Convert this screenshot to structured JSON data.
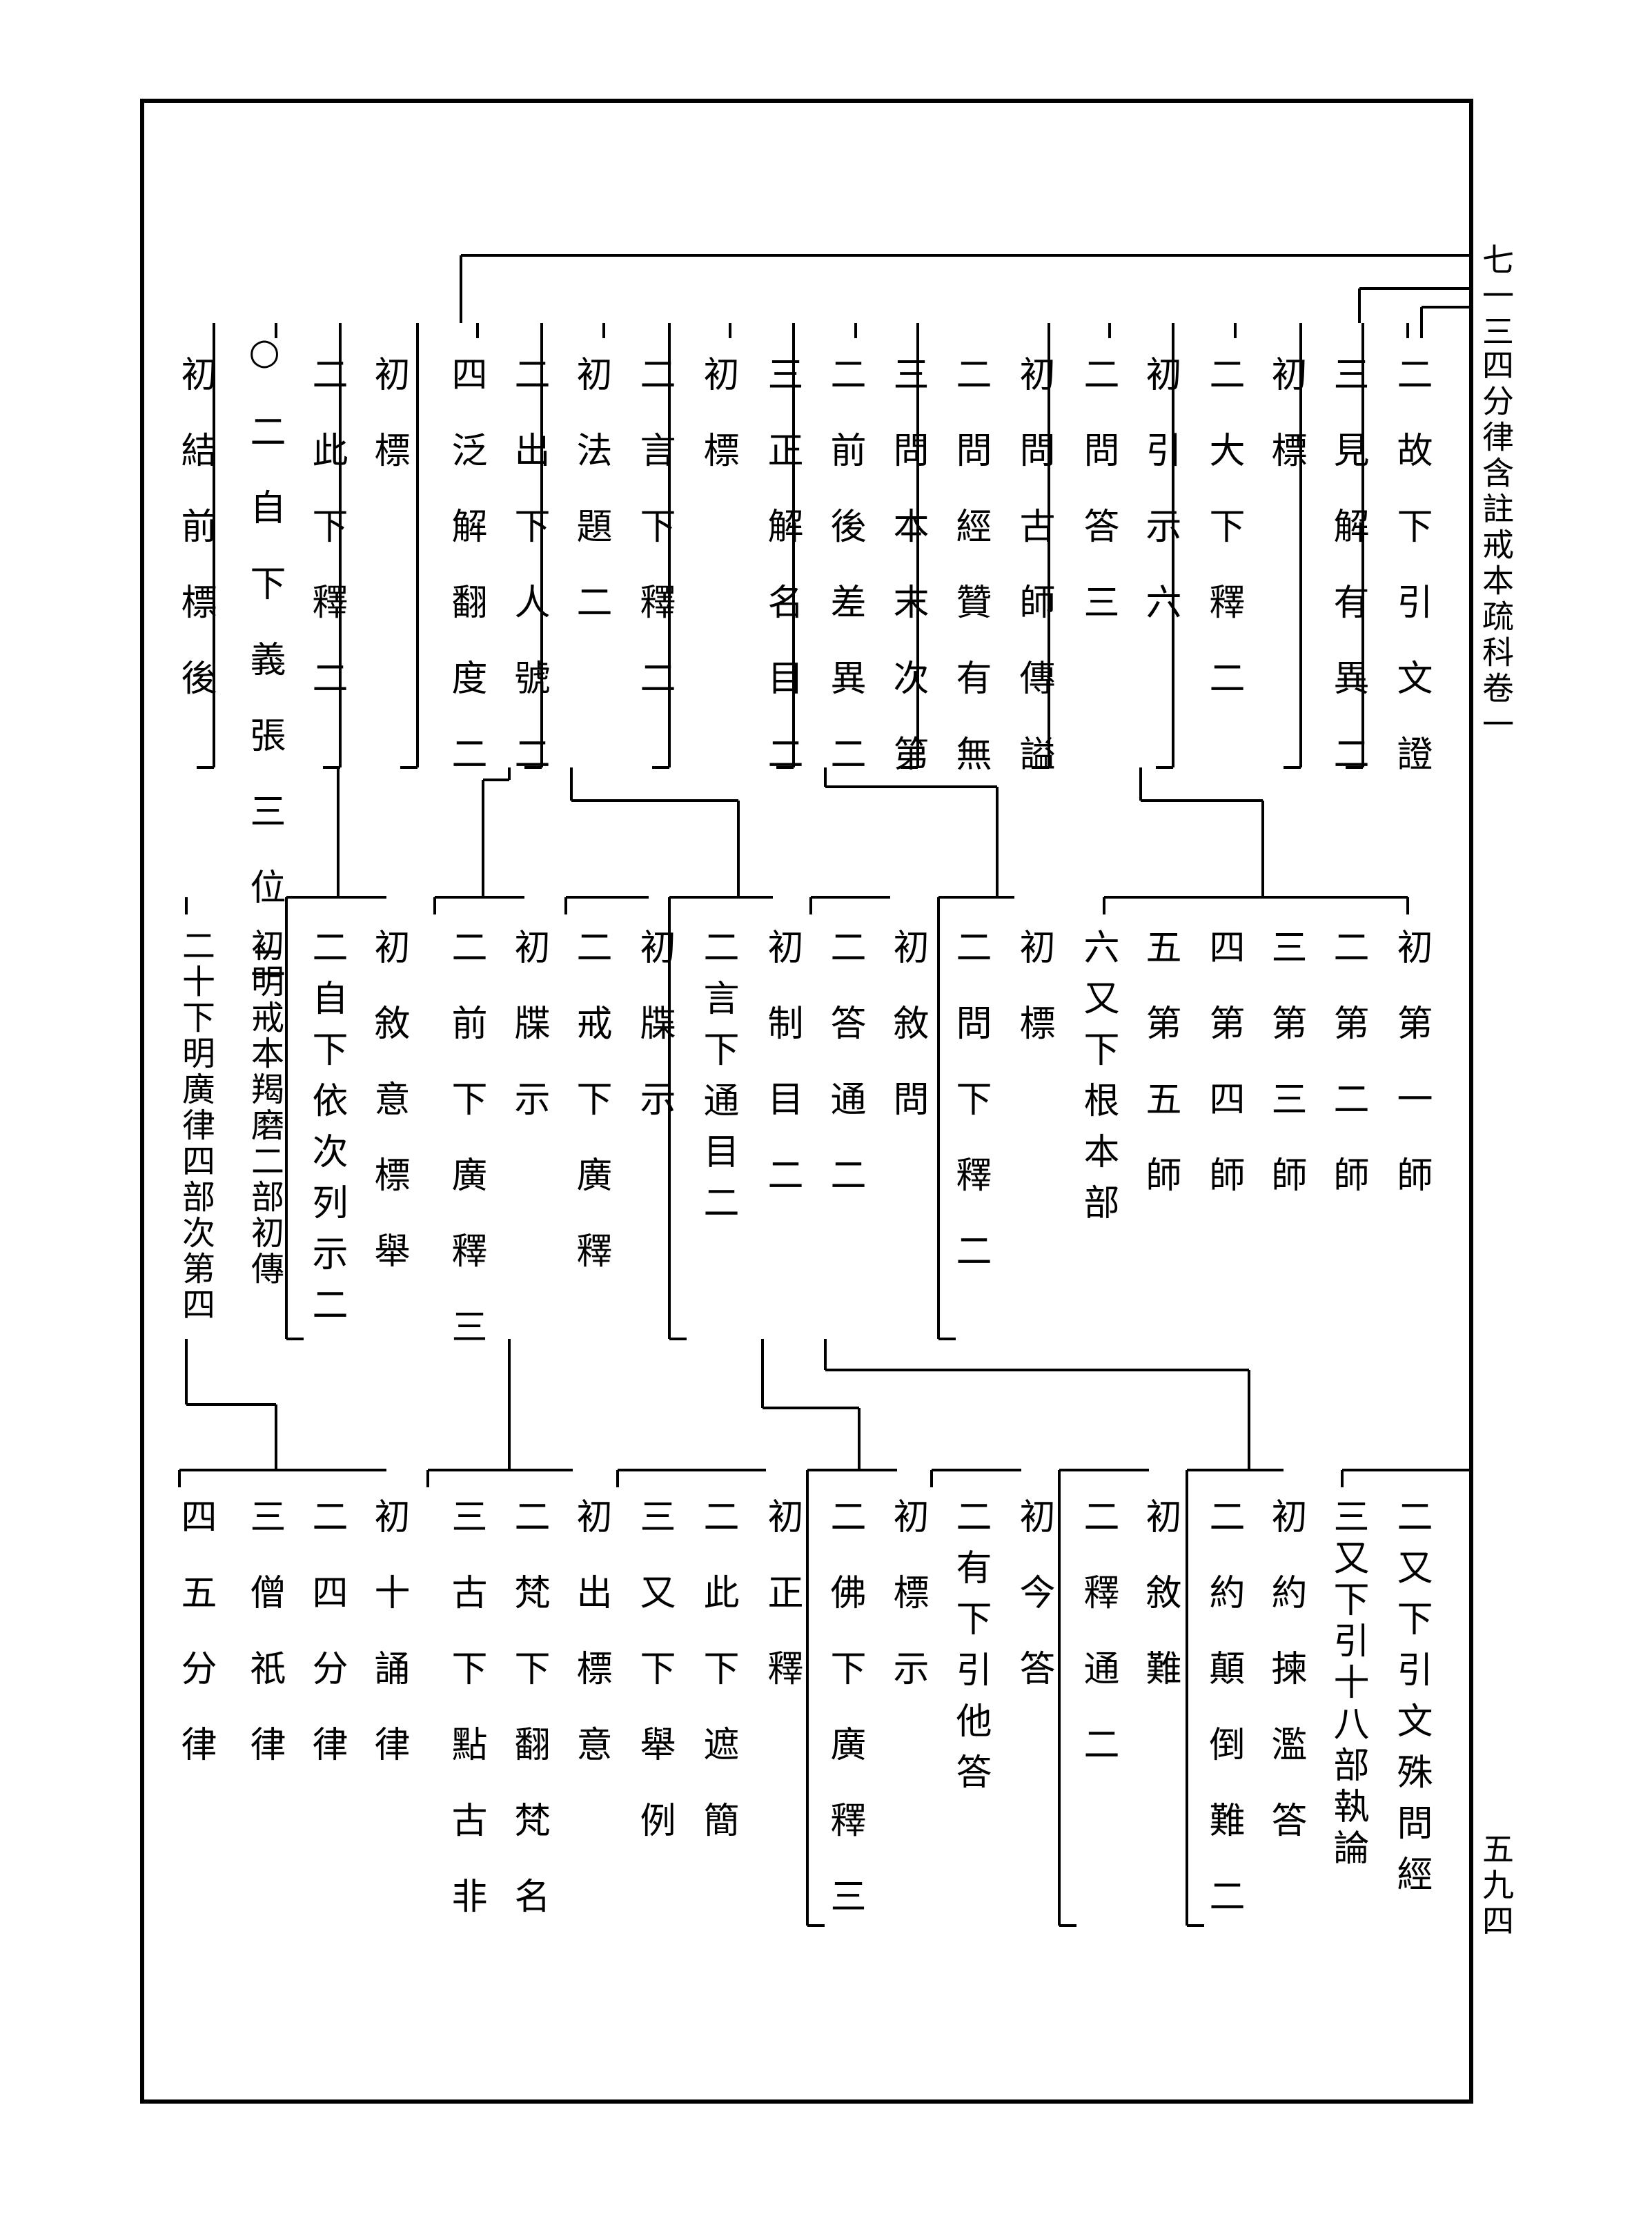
{
  "margin": {
    "folio": "七一三",
    "book_title": "四分律含註戒本疏科卷一",
    "page_number": "五九四"
  },
  "top_entries": [
    "二故下引文證",
    "三見解有異二",
    "初標",
    "二大下釋二",
    "初引示六",
    "二問答三",
    "初問古師傳謚",
    "二問經贊有無",
    "三問本末次第",
    "二前後差異二",
    "三正解名目二",
    "初標",
    "二言下釋二",
    "初法題二",
    "二出下人號二",
    "四泛解翻度二",
    "初標",
    "二此下釋二",
    "○二自下義張三位二",
    "初結前標後"
  ],
  "middle_entries": [
    "初第一師",
    "二第二師",
    "三第三師",
    "四第四師",
    "五第五師",
    "六又下根本部",
    "初標",
    "二問下釋二",
    "初敘問",
    "二答通二",
    "初制目二",
    "二言下通目二",
    "初牒示",
    "二戒下廣釋",
    "初牒示",
    "二前下廣釋三",
    "初敘意標舉",
    "二自下依次列示二",
    "初明戒本羯磨二部初傳",
    "二十下明廣律四部次第四"
  ],
  "bottom_entries": [
    "二又下引文殊問經",
    "三又下引十八部執論",
    "初約揀濫答",
    "二約顛倒難二",
    "初敘難",
    "二釋通二",
    "初今答",
    "二有下引他答",
    "初標示",
    "二佛下廣釋三",
    "初正釋",
    "二此下遮簡",
    "三又下舉例",
    "初出標意",
    "二梵下翻梵名",
    "三古下點古非",
    "初十誦律",
    "二四分律",
    "三僧祇律",
    "四五分律"
  ]
}
